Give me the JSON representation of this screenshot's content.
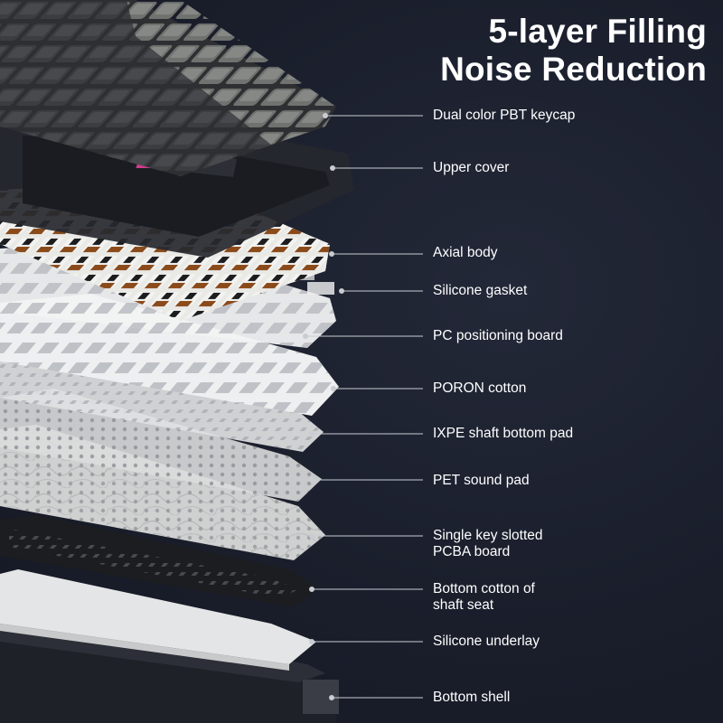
{
  "title": {
    "line1": "5-layer Filling",
    "line2": "Noise Reduction"
  },
  "layers": [
    {
      "id": "keycap",
      "lines": [
        "Dual color PBT keycap"
      ]
    },
    {
      "id": "upper-cover",
      "lines": [
        "Upper cover"
      ]
    },
    {
      "id": "axial-body",
      "lines": [
        "Axial body"
      ]
    },
    {
      "id": "silicone-gasket",
      "lines": [
        "Silicone gasket"
      ]
    },
    {
      "id": "pc-board",
      "lines": [
        "PC positioning board"
      ]
    },
    {
      "id": "poron",
      "lines": [
        "PORON cotton"
      ]
    },
    {
      "id": "ixpe",
      "lines": [
        "IXPE shaft bottom pad"
      ]
    },
    {
      "id": "pet",
      "lines": [
        "PET sound pad"
      ]
    },
    {
      "id": "pcba",
      "lines": [
        "Single key slotted",
        "PCBA board"
      ]
    },
    {
      "id": "bottom-cotton",
      "lines": [
        "Bottom cotton of",
        "shaft seat"
      ]
    },
    {
      "id": "silicone-underlay",
      "lines": [
        "Silicone underlay"
      ]
    },
    {
      "id": "bottom-shell",
      "lines": [
        "Bottom shell"
      ]
    }
  ],
  "colors": {
    "background": "#1a1e2b",
    "text": "#ffffff",
    "leader_line": "#c9ccd2",
    "keycap_dark": "#3a3b3e",
    "keycap_gray": "#7d807c",
    "switch_brown": "#8a4a1a",
    "frame_dark": "#262830",
    "layer_white": "#e8e9ea",
    "pcba_gray": "#cfd0d0",
    "cotton_black": "#1c1d21"
  }
}
